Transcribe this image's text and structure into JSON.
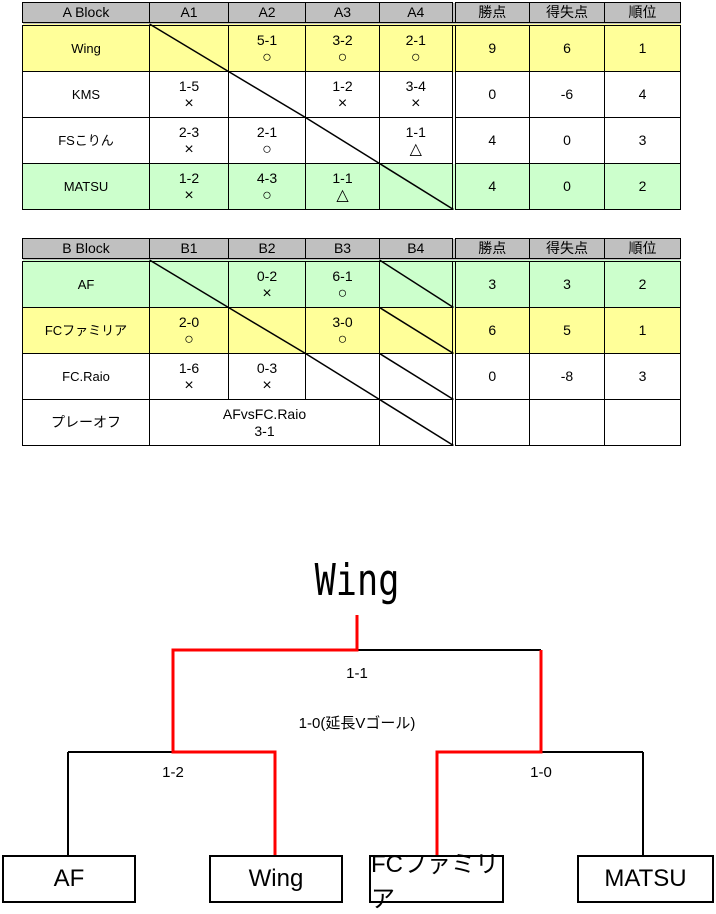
{
  "colors": {
    "header": "#c0c0c0",
    "yellow": "#ffff99",
    "green": "#ccffcc",
    "white": "#ffffff",
    "winner_line": "#ff0000"
  },
  "block_a": {
    "headers": [
      "A Block",
      "A1",
      "A2",
      "A3",
      "A4",
      "勝点",
      "得失点",
      "順位"
    ],
    "rows": [
      {
        "team": "Wing",
        "color": "yellow",
        "cells": [
          [
            "",
            ""
          ],
          [
            "5-1",
            "○"
          ],
          [
            "3-2",
            "○"
          ],
          [
            "2-1",
            "○"
          ]
        ],
        "points": "9",
        "diff": "6",
        "rank": "1"
      },
      {
        "team": "KMS",
        "color": "white",
        "cells": [
          [
            "1-5",
            "×"
          ],
          [
            "",
            ""
          ],
          [
            "1-2",
            "×"
          ],
          [
            "3-4",
            "×"
          ]
        ],
        "points": "0",
        "diff": "-6",
        "rank": "4"
      },
      {
        "team": "FSこりん",
        "color": "white",
        "cells": [
          [
            "2-3",
            "×"
          ],
          [
            "2-1",
            "○"
          ],
          [
            "",
            ""
          ],
          [
            "1-1",
            "△"
          ]
        ],
        "points": "4",
        "diff": "0",
        "rank": "3"
      },
      {
        "team": "MATSU",
        "color": "green",
        "cells": [
          [
            "1-2",
            "×"
          ],
          [
            "4-3",
            "○"
          ],
          [
            "1-1",
            "△"
          ],
          [
            "",
            ""
          ]
        ],
        "points": "4",
        "diff": "0",
        "rank": "2"
      }
    ]
  },
  "block_b": {
    "headers": [
      "B Block",
      "B1",
      "B2",
      "B3",
      "B4",
      "勝点",
      "得失点",
      "順位"
    ],
    "rows": [
      {
        "team": "AF",
        "color": "green",
        "cells": [
          [
            "",
            ""
          ],
          [
            "0-2",
            "×"
          ],
          [
            "6-1",
            "○"
          ],
          [
            "",
            ""
          ]
        ],
        "points": "3",
        "diff": "3",
        "rank": "2"
      },
      {
        "team": "FCファミリア",
        "color": "yellow",
        "cells": [
          [
            "2-0",
            "○"
          ],
          [
            "",
            ""
          ],
          [
            "3-0",
            "○"
          ],
          [
            "",
            ""
          ]
        ],
        "points": "6",
        "diff": "5",
        "rank": "1"
      },
      {
        "team": "FC.Raio",
        "color": "white",
        "cells": [
          [
            "1-6",
            "×"
          ],
          [
            "0-3",
            "×"
          ],
          [
            "",
            ""
          ],
          [
            "",
            ""
          ]
        ],
        "points": "0",
        "diff": "-8",
        "rank": "3"
      }
    ],
    "playoff": {
      "label": "プレーオフ",
      "match": "AFvsFC.Raio",
      "score": "3-1"
    }
  },
  "bracket": {
    "champion": "Wing",
    "final_score": "1-1",
    "final_extra": "1-0(延長Vゴール)",
    "semi_left_score": "1-2",
    "semi_right_score": "1-0",
    "teams": [
      "AF",
      "Wing",
      "FCファミリア",
      "MATSU"
    ]
  }
}
